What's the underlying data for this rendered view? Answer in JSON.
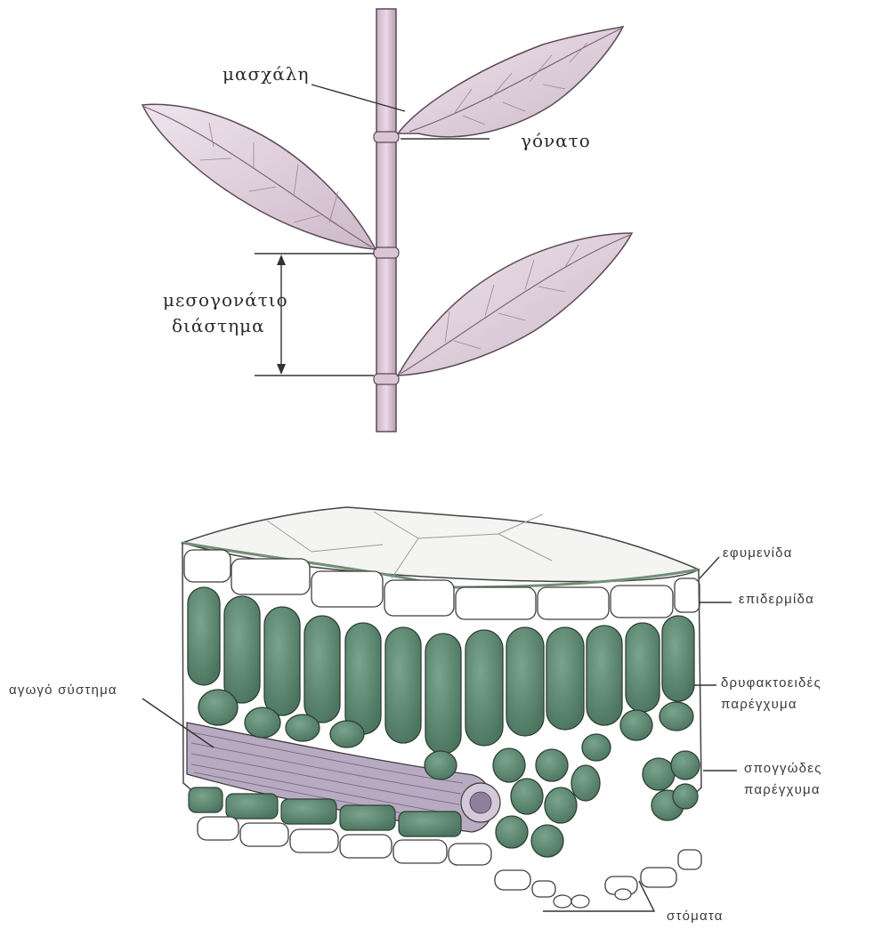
{
  "stem_diagram": {
    "labels": {
      "axil": "μασχάλη",
      "node": "γόνατο",
      "internode_line1": "μεσογονάτιο",
      "internode_line2": "διάστημα"
    }
  },
  "leaf_cross_section": {
    "labels": {
      "cuticle": "εφυμενίδα",
      "epidermis": "επιδερμίδα",
      "palisade_line1": "δρυφακτοειδές",
      "palisade_line2": "παρέγχυμα",
      "vascular": "αγωγό σύστημα",
      "spongy_line1": "σπογγώδες",
      "spongy_line2": "παρέγχυμα",
      "stomata": "στόματα"
    }
  },
  "colors": {
    "stem_fill": "#d9c6d2",
    "stem_outline": "#5d4a57",
    "leaf_fill": "#ddcfd9",
    "cell_green": "#5f8a72",
    "cell_outline": "#2f3f34",
    "epidermis_fill": "#ffffff",
    "vein_purple": "#9c8aa8"
  }
}
